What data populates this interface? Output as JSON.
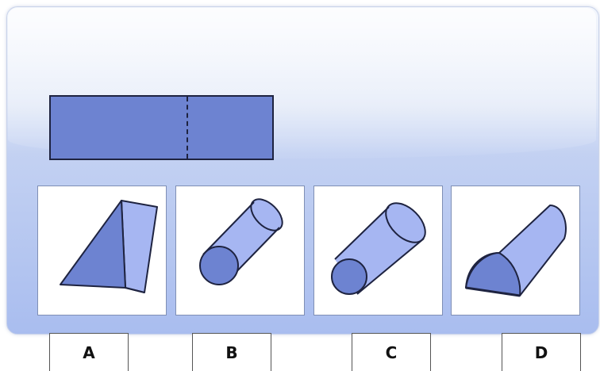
{
  "options": [
    {
      "letter": "A",
      "shape": "triangular-prism"
    },
    {
      "letter": "B",
      "shape": "cylinder"
    },
    {
      "letter": "C",
      "shape": "truncated-cone"
    },
    {
      "letter": "D",
      "shape": "half-cylinder"
    }
  ],
  "colors": {
    "shape_fill": "#6d83d1",
    "shape_light": "#a6b6f2",
    "stroke": "#1e2340"
  }
}
